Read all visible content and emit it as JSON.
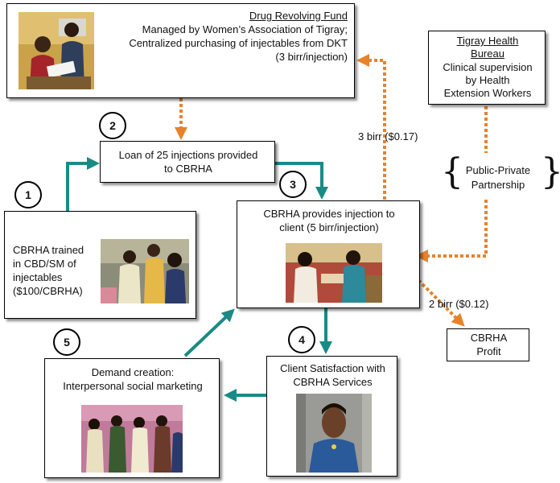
{
  "colors": {
    "teal": "#1a8a86",
    "orange": "#e8822a",
    "border": "#000000"
  },
  "drug_fund": {
    "title": "Drug Revolving Fund",
    "line1": "Managed by Women’s Association of Tigray;",
    "line2": "Centralized purchasing of injectables from DKT",
    "line3": "(3 birr/injection)"
  },
  "tigray": {
    "title1": "Tigray Health",
    "title2": "Bureau",
    "line1": "Clinical supervision",
    "line2": "by Health",
    "line3": "Extension Workers"
  },
  "ppp": {
    "label1": "Public-Private",
    "label2": "Partnership",
    "left_brace": "{",
    "right_brace": "}"
  },
  "loan": {
    "number": "2",
    "line1": "Loan of 25 injections provided",
    "line2": "to CBRHA"
  },
  "trained": {
    "number": "1",
    "line1": "CBRHA trained",
    "line2": "in CBD/SM of",
    "line3": "injectables",
    "line4": "($100/CBRHA)"
  },
  "provides": {
    "number": "3",
    "line1": "CBRHA provides injection to",
    "line2": "client (5 birr/injection)"
  },
  "satisfaction": {
    "number": "4",
    "line1": "Client Satisfaction with",
    "line2": "CBRHA Services"
  },
  "demand": {
    "number": "5",
    "line1": "Demand creation:",
    "line2": "Interpersonal social marketing"
  },
  "profit": {
    "line1": "CBRHA",
    "line2": "Profit"
  },
  "labels": {
    "three_birr": "3 birr ($0.17)",
    "two_birr": "2 birr ($0.12)"
  }
}
